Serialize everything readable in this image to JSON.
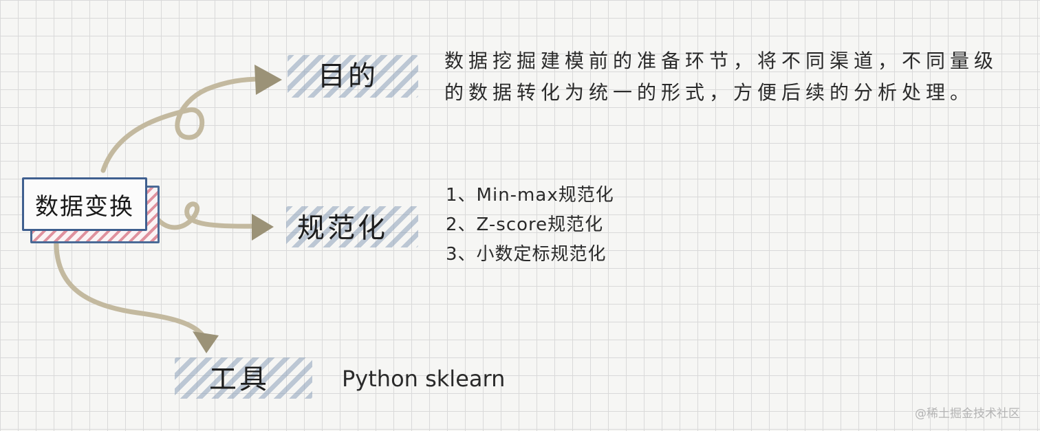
{
  "diagram": {
    "root": {
      "label": "数据变换"
    },
    "branches": [
      {
        "label": "目的",
        "description_lines": [
          "数据挖掘建模前的准备环节，将不同渠道，不同量级",
          "的数据转化为统一的形式，方便后续的分析处理。"
        ]
      },
      {
        "label": "规范化",
        "items": [
          "1、Min-max规范化",
          "2、Z-score规范化",
          "3、小数定标规范化"
        ]
      },
      {
        "label": "工具",
        "detail": "Python sklearn"
      }
    ],
    "colors": {
      "arrow": "#c3b99f",
      "box_border": "#3f5f8f",
      "box_hatch": "#d67080",
      "label_hatch": "#8ca0b9"
    }
  },
  "watermark": "@稀土掘金技术社区"
}
